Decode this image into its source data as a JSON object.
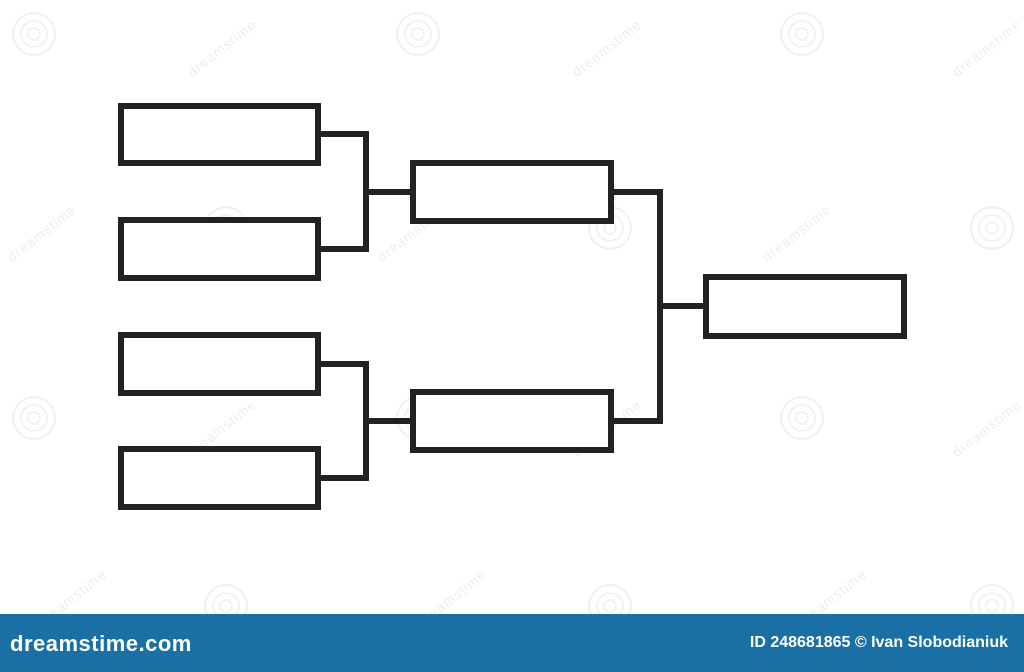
{
  "diagram": {
    "type": "tournament-bracket",
    "rounds": [
      {
        "slots": [
          "",
          "",
          "",
          ""
        ]
      },
      {
        "slots": [
          "",
          ""
        ]
      },
      {
        "slots": [
          ""
        ]
      }
    ],
    "line_color": "#222222"
  },
  "watermark": {
    "text": "dreamstime"
  },
  "footer": {
    "brand": "dreamstime.com",
    "credit": "ID 248681865 © Ivan Slobodianiuk",
    "background": "#1a6fa4"
  }
}
